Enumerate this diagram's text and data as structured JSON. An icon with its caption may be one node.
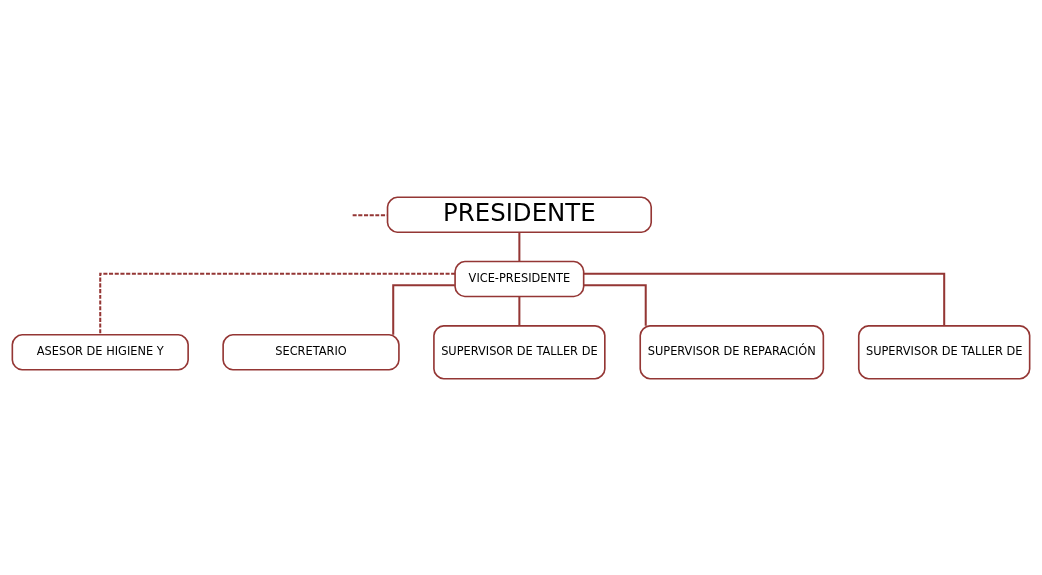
{
  "diagram": {
    "nodes": [
      {
        "text": [
          "PRESIDENTE"
        ]
      },
      {
        "text": [
          "VICE-PRESIDENTE"
        ]
      },
      {
        "text": [
          "ASESOR DE HIGIENE Y"
        ]
      },
      {
        "text": [
          "SECRETARIO"
        ]
      },
      {
        "text": [
          "SUPERVISOR DE TALLER DE"
        ]
      },
      {
        "text": [
          "SUPERVISOR DE REPARACIÓN"
        ]
      },
      {
        "text": [
          "SUPERVISOR DE TALLER DE"
        ]
      }
    ],
    "edges": [
      {
        "from": null,
        "to": 0,
        "arrow": "none",
        "style": "dashed"
      },
      {
        "from": 0,
        "to": 1,
        "arrow": "none"
      },
      {
        "from": 1,
        "to": 2,
        "arrow": "none",
        "style": "dashed"
      },
      {
        "from": 1,
        "to": 3,
        "arrow": "none"
      },
      {
        "from": 1,
        "to": 4,
        "arrow": "none"
      },
      {
        "from": 1,
        "to": 5,
        "arrow": "none"
      },
      {
        "from": 1,
        "to": 6,
        "arrow": "none"
      }
    ]
  }
}
